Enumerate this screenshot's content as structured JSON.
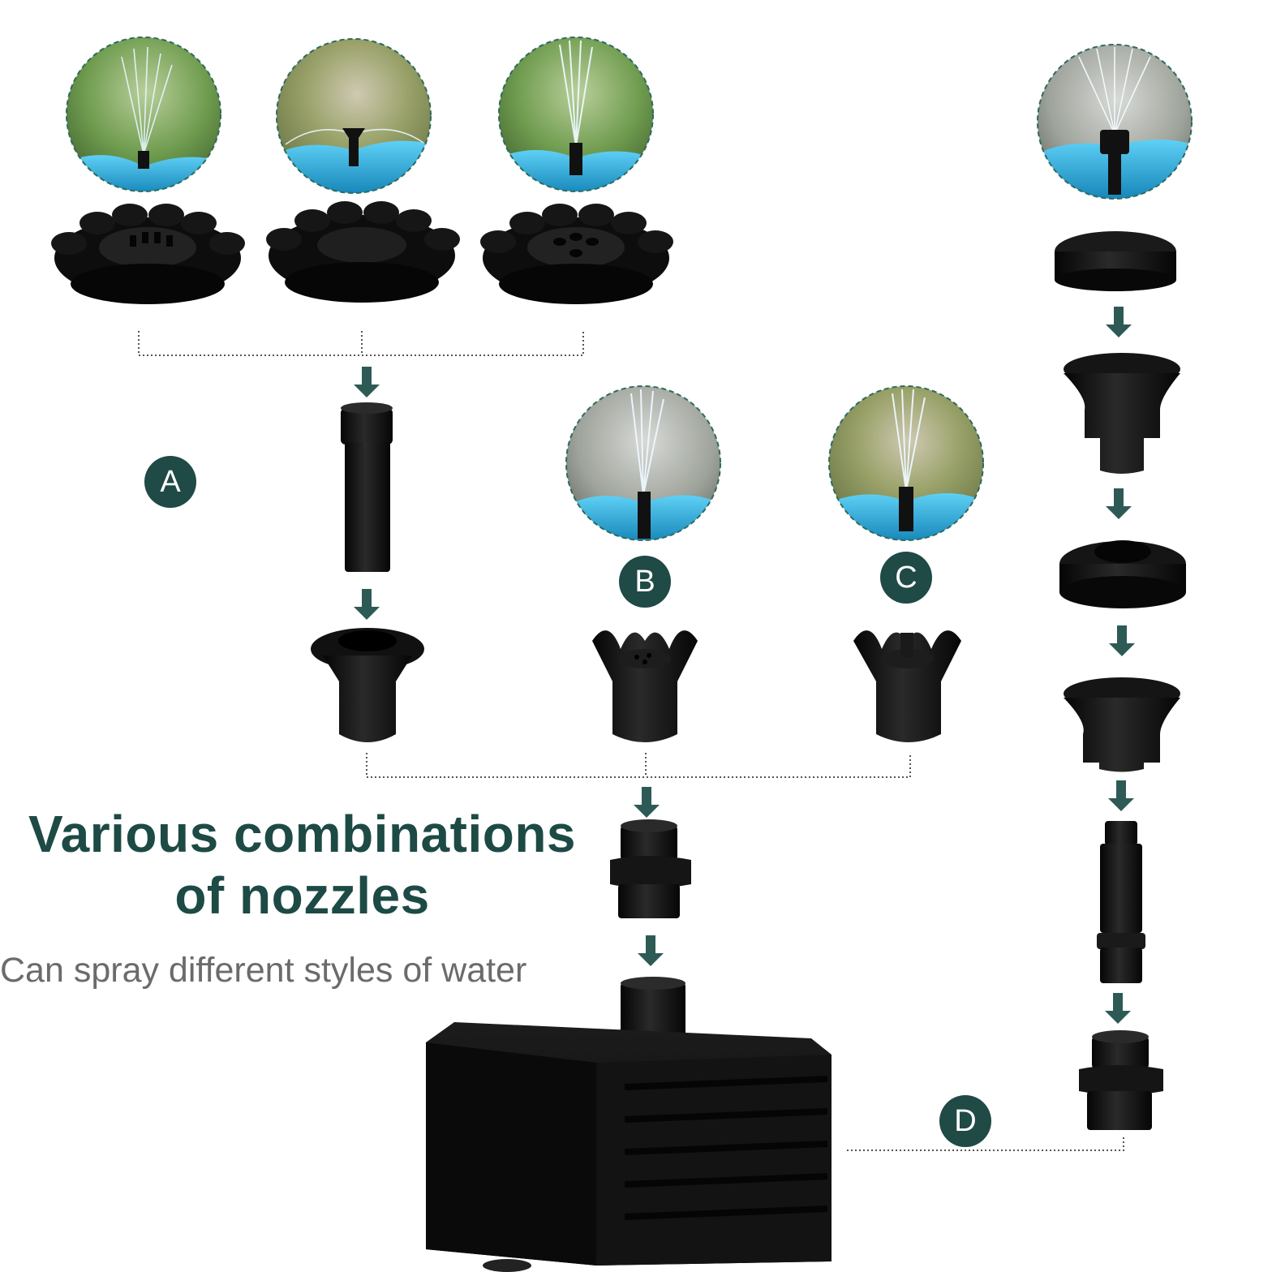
{
  "heading": {
    "line1": "Various combinations",
    "line2": "of nozzles"
  },
  "subheading": "Can spray different styles of water",
  "badges": {
    "a": "A",
    "b": "B",
    "c": "C",
    "d": "D"
  },
  "colors": {
    "accent": "#1f4a46",
    "arrow": "#2e5a56",
    "part": "#0f0f0f",
    "water": "#2aa8d6",
    "dotted_line": "#555555"
  }
}
